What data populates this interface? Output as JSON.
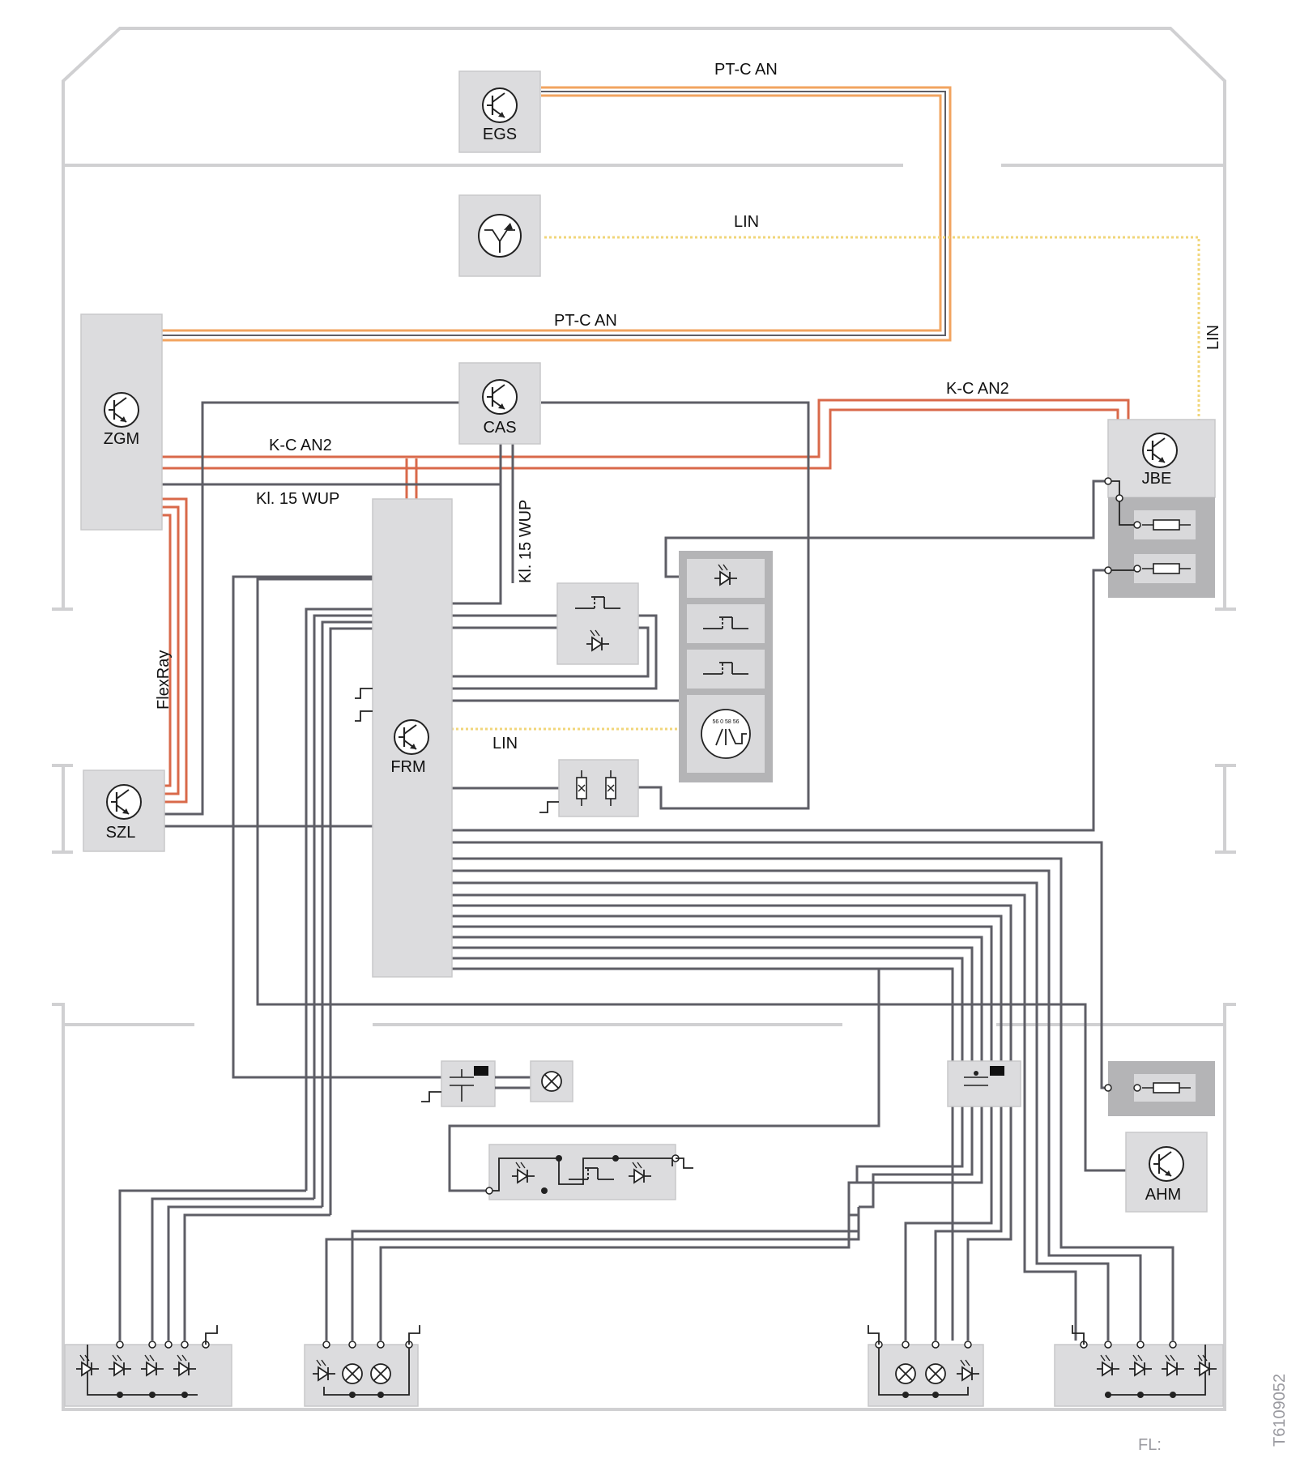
{
  "modules": {
    "egs": "EGS",
    "zgm": "ZGM",
    "cas": "CAS",
    "jbe": "JBE",
    "szl": "SZL",
    "frm": "FRM",
    "ahm": "AHM"
  },
  "bus_labels": {
    "pt_can_top": "PT-C AN",
    "lin_top": "LIN",
    "pt_can_mid": "PT-C AN",
    "lin_right": "LIN",
    "k_can2_right": "K-C AN2",
    "k_can2_left": "K-C AN2",
    "kl15_wup_horizontal": "Kl. 15  WUP",
    "kl15_wup_vertical": "Kl. 15 WUP",
    "flexray": "FlexRay",
    "lin_frm": "LIN"
  },
  "switch_tiny_label": "56  0 58 56",
  "footer": {
    "figure_id": "T6109052",
    "fl_label": "FL:"
  },
  "colors": {
    "module_fill": "#dcdcde",
    "wire_grey": "#5e5e66",
    "pt_can_orange": "#f2a460",
    "k_can_red": "#d9694a",
    "lin_yellow": "#f0d67a"
  }
}
